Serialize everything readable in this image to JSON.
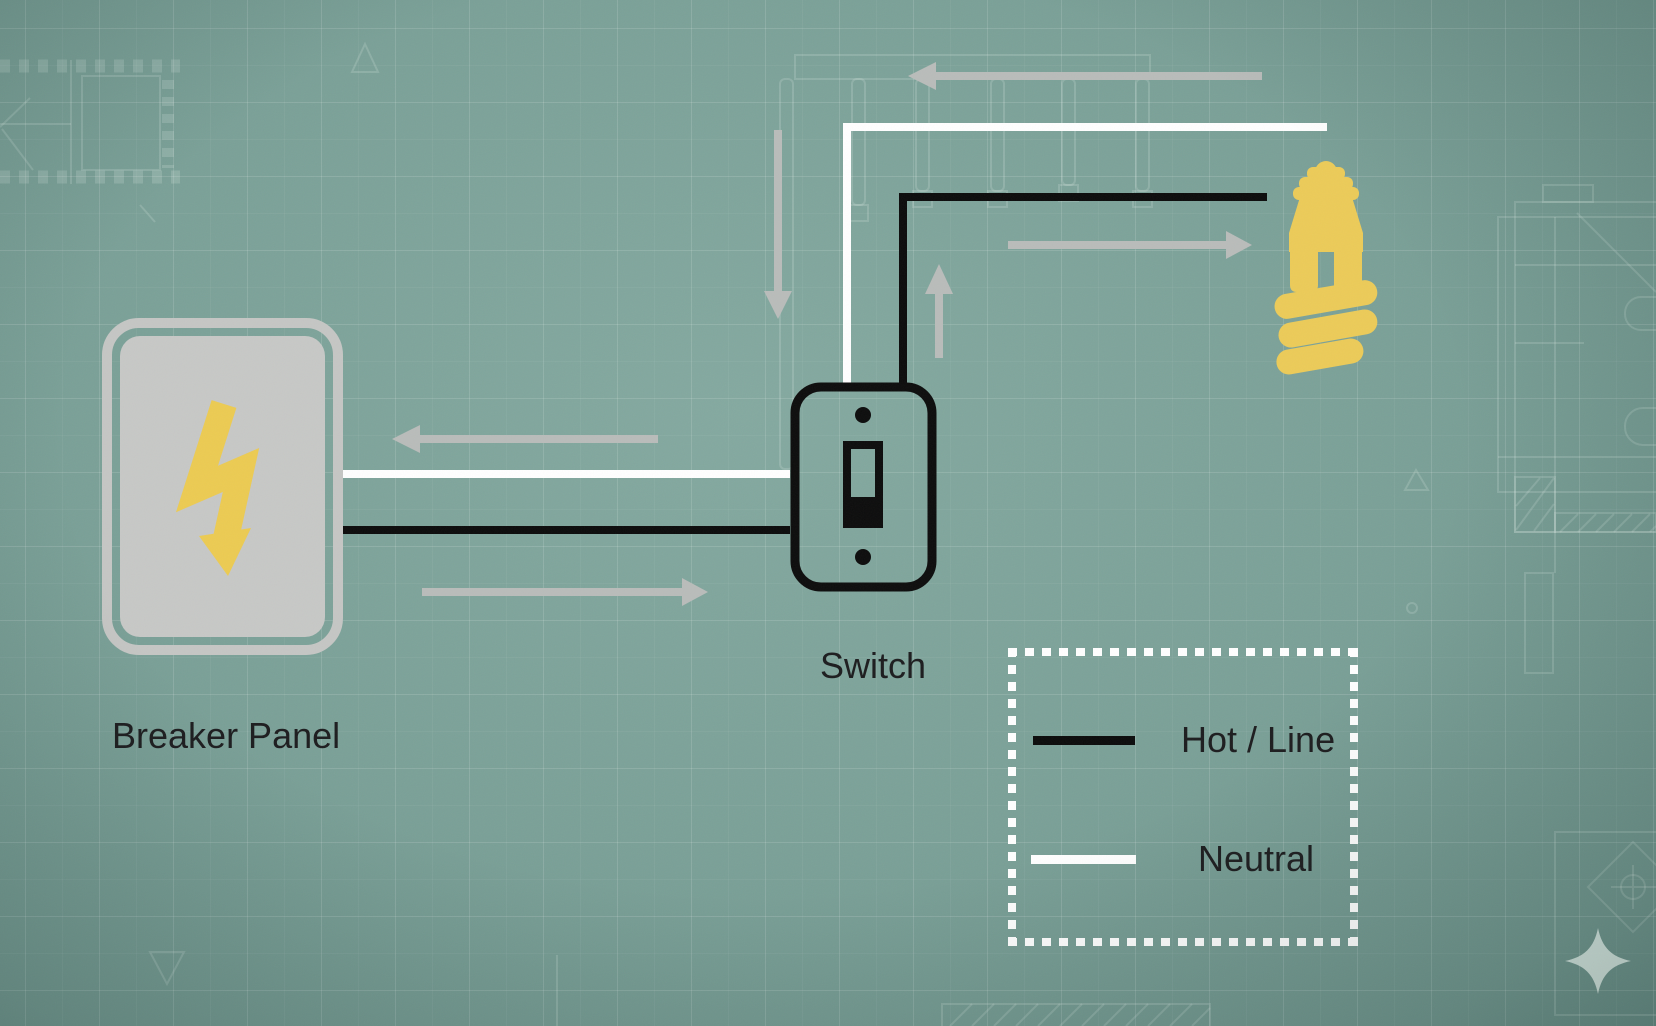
{
  "diagram": {
    "title_hint": "residential light switch wiring diagram",
    "labels": {
      "breaker_panel": "Breaker Panel",
      "switch_label": "Switch"
    },
    "nodes": [
      {
        "id": "breaker-panel",
        "label": "Breaker Panel",
        "icon": "lightning-bolt-icon"
      },
      {
        "id": "switch",
        "label": "Switch",
        "icon": "toggle-switch-icon"
      },
      {
        "id": "light-bulb",
        "label": "",
        "icon": "cfl-bulb-icon"
      }
    ],
    "wires": [
      {
        "type": "hot",
        "from": "breaker-panel",
        "to": "switch"
      },
      {
        "type": "hot",
        "from": "switch",
        "to": "light-bulb"
      },
      {
        "type": "neutral",
        "from": "breaker-panel",
        "to": "switch-box"
      },
      {
        "type": "neutral",
        "from": "switch-box",
        "to": "light-bulb"
      }
    ],
    "arrows": {
      "icon": "current-flow-arrow",
      "count": 6
    }
  },
  "legend": {
    "items": [
      {
        "label": "Hot / Line",
        "color": "#0b0b0b"
      },
      {
        "label": "Neutral",
        "color": "#ffffff"
      }
    ]
  },
  "colors": {
    "background": "#7aa097",
    "hot_wire": "#0b0b0b",
    "neutral_wire": "#ffffff",
    "arrow_gray": "#b9bcba",
    "panel_gray": "#c7c8c6",
    "accent_yellow": "#eccb52",
    "text": "#1c1c1e"
  }
}
